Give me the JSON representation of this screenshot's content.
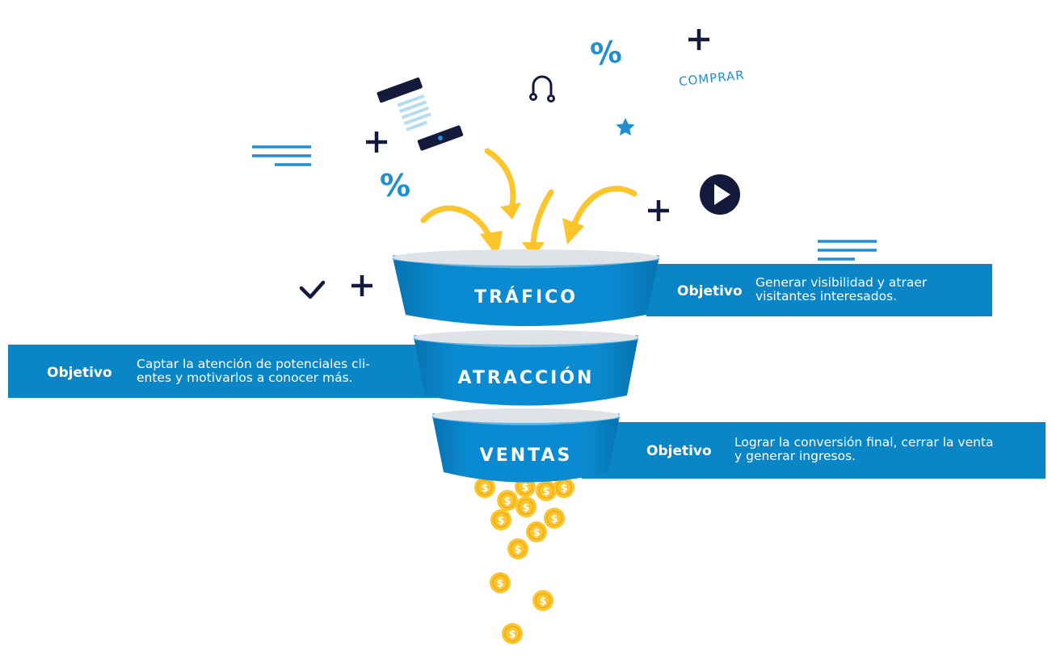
{
  "stages": [
    {
      "label": "TRÁFICO"
    },
    {
      "label": "ATRACCIÓN"
    },
    {
      "label": "VENTAS"
    }
  ],
  "objectives": [
    {
      "title": "Objetivo",
      "text_line1": "Generar visibilidad y atraer",
      "text_line2": "visitantes interesados."
    },
    {
      "title": "Objetivo",
      "text_line1": "Captar la atención de potenciales cli-",
      "text_line2": "entes y motivarlos a conocer más."
    },
    {
      "title": "Objetivo",
      "text_line1": "Lograr la conversión final, cerrar la venta",
      "text_line2": "y generar ingresos."
    }
  ],
  "decor": {
    "buy_text": "COMPRAR",
    "percent": "%",
    "icons": [
      "plus-icon",
      "percent-icon",
      "star-icon",
      "play-icon",
      "checkmark-icon",
      "headphones-icon",
      "smartphone-icon",
      "text-lines-icon",
      "coin-icon",
      "arrow-icon"
    ]
  },
  "colors": {
    "band_blue": "#0a86c7",
    "funnel_blue": "#0a8ad0",
    "funnel_dark": "#0873b0",
    "navy": "#131a3c",
    "yellow": "#fbc52b",
    "light_blue": "#1f8fd1"
  }
}
